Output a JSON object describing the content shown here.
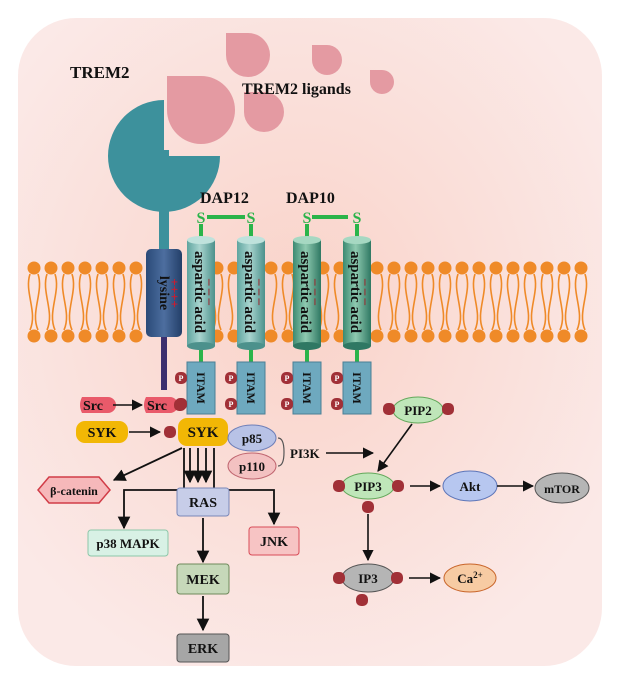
{
  "receptor": {
    "name": "TREM2",
    "ligands_label": "TREM2 ligands",
    "lysine_label": "lysine",
    "charge": "++++"
  },
  "adaptors": {
    "dap12": {
      "label": "DAP12",
      "bond_left": "S",
      "bond_right": "S"
    },
    "dap10": {
      "label": "DAP10",
      "bond_left": "S",
      "bond_right": "S"
    }
  },
  "tm_label": "aspartic acid",
  "tm_charge": "– – –",
  "itam_label": "ITAM",
  "phospho_label": "P",
  "nodes": {
    "src_inactive": "Src",
    "src_active": "Src",
    "syk_inactive": "SYK",
    "syk_active": "SYK",
    "p85": "p85",
    "p110": "p110",
    "pi3k": "PI3K",
    "pip2": "PIP2",
    "pip3": "PIP3",
    "akt": "Akt",
    "mtor": "mTOR",
    "ip3": "IP3",
    "calcium": "Ca",
    "calcium_sup": "2+",
    "beta_catenin": "β-catenin",
    "ras": "RAS",
    "p38": "p38 MAPK",
    "jnk": "JNK",
    "mek": "MEK",
    "erk": "ERK"
  },
  "colors": {
    "background": "#fbe8e6",
    "ligand": "#e8a1a8",
    "trem2": "#3a8f9b",
    "membrane": "#ee8a2a",
    "itam": "#6ba7be",
    "phospho": "#a13037",
    "syk": "#f2b705",
    "tm_dap12": "#6fb2ae",
    "tm_dap10": "#4c9a84"
  }
}
